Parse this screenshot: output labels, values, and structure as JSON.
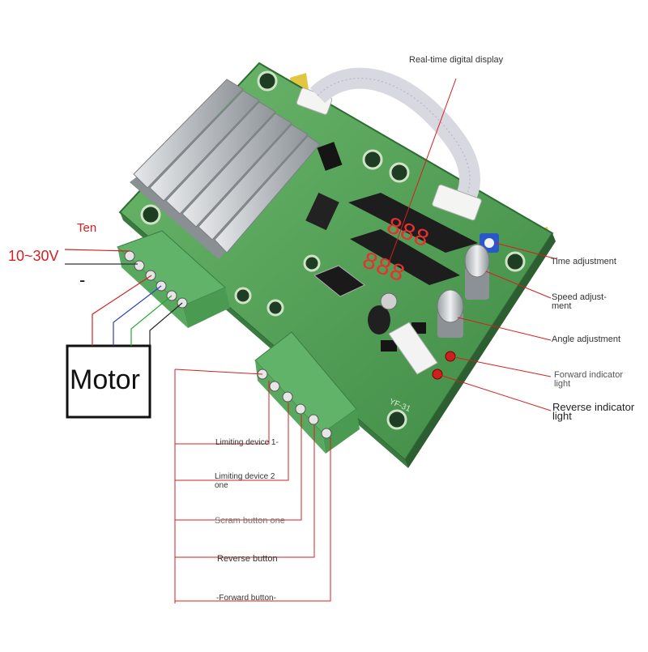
{
  "labels": {
    "display": "Real-time digital display",
    "ten": "Ten",
    "voltage": "10~30V",
    "minus": "-",
    "motor": "Motor",
    "time_adj": "Time adjustment",
    "speed_adj_1": "Speed adjust-",
    "speed_adj_2": "ment",
    "angle_adj": "Angle adjustment",
    "fwd_light_1": "Forward indicator",
    "fwd_light_2": "light",
    "rev_light_1": "Reverse indicator",
    "rev_light_2": "light",
    "limit1": "Limiting device 1-",
    "limit2_1": "Limiting device 2",
    "limit2_2": "one",
    "scram": "Scram button one",
    "reverse_btn": "Reverse button",
    "forward_btn": "-Forward button-"
  },
  "board": {
    "silk_label": "YF-31",
    "display_digits_top": "888",
    "display_digits_bottom": "888"
  },
  "colors": {
    "pcb": "#5aa35a",
    "heatsink": "#c9ccd0",
    "leader": "#d42020",
    "terminal": "#62b36a"
  }
}
